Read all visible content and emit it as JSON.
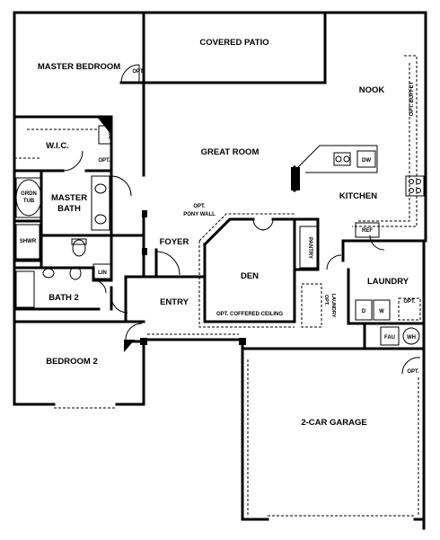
{
  "rooms": {
    "covered_patio": "COVERED PATIO",
    "master_bedroom": "MASTER BEDROOM",
    "nook": "NOOK",
    "great_room": "GREAT ROOM",
    "wic": "W.I.C.",
    "master_bath_1": "MASTER",
    "master_bath_2": "BATH",
    "kitchen": "KITCHEN",
    "foyer": "FOYER",
    "den": "DEN",
    "laundry": "LAUNDRY",
    "bath2": "BATH 2",
    "entry": "ENTRY",
    "bedroom2": "BEDROOM 2",
    "garage": "2-CAR GARAGE"
  },
  "fixtures": {
    "grdn_1": "GRDN",
    "grdn_2": "TUB",
    "shwr": "SHWR",
    "lin_1": "LIN",
    "lin_2": "LIN",
    "dw": "DW",
    "ref": "REF",
    "pantry": "PANTRY",
    "fau": "FAU",
    "wh": "WH",
    "dryer": "D",
    "washer": "W"
  },
  "notes": {
    "opt_patio": "OPT.",
    "opt_wic": "OPT.",
    "opt_buffet": "OPT. BUFFET",
    "opt_pony_1": "OPT.",
    "opt_pony_2": "PONY WALL",
    "opt_coffered": "OPT. COFFERED CEILING",
    "opt_laundry_1": "OPT.",
    "opt_laundry_2": "LAUNDRY",
    "opt_sink": "OPT.",
    "opt_garage": "OPT."
  }
}
